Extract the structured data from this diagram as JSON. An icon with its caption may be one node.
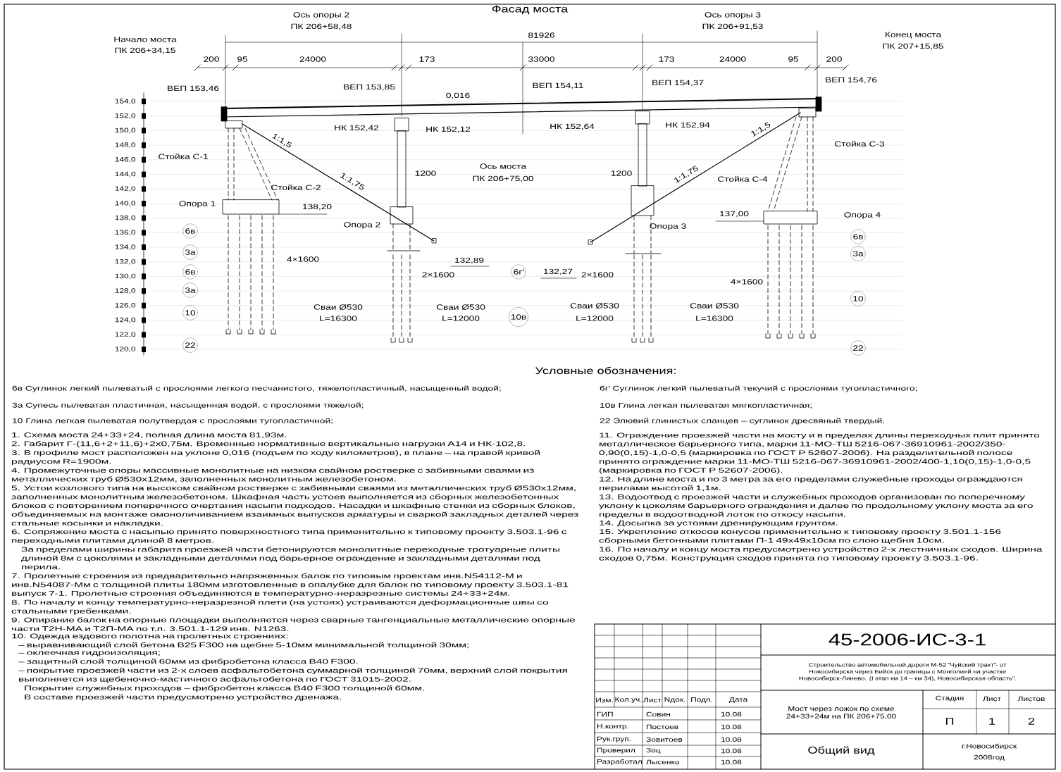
{
  "diagram": {
    "title": "Фасад моста",
    "labels": [
      "Ось опоры 2",
      "ПК 206+58,48",
      "Начало моста",
      "ПК 206+34,15",
      "Ось опоры 3",
      "ПК 206+91,53",
      "Конец моста",
      "ПК 207+15,85",
      "200",
      "95",
      "24000",
      "173",
      "81926",
      "33000",
      "173",
      "24000",
      "95",
      "200",
      "ВЕП 153,46",
      "ВЕП 153,85",
      "ВЕП 154,11",
      "ВЕП 154,37",
      "ВЕП 154,76",
      "0,016",
      "НК 152,42",
      "НК 152,12",
      "НК 152,64",
      "НК 152,94",
      "1:1,5",
      "1:1,75",
      "1:1,5",
      "1:1,75",
      "Стойка С-1",
      "Стойка С-2",
      "Ось моста",
      "ПК 206+75,00",
      "1200",
      "1200",
      "Стойка С-3",
      "Стойка С-4",
      "Опора 1",
      "138,20",
      "Опора 2",
      "Опора 3",
      "137,00",
      "Опора 4",
      "6в",
      "3а",
      "4×1600",
      "132,89",
      "6в",
      "2×1600",
      "6г'",
      "132,27",
      "2×1600",
      "4×1600",
      "3а",
      "6в",
      "3а",
      "Сваи Ø530",
      "L=16300",
      "Сваи Ø530",
      "L=12000",
      "10в",
      "Сваи Ø530",
      "L=12000",
      "Сваи Ø530",
      "L=16300",
      "10",
      "10",
      "22",
      "22",
      "154,0",
      "152,0",
      "150,0",
      "148,0",
      "146,0",
      "144,0",
      "142,0",
      "140,0",
      "138,0",
      "136,0",
      "134,0",
      "132,0",
      "130,0",
      "128,0",
      "126,0",
      "124,0",
      "122,0",
      "120,0",
      "Условные обозначения:",
      "1. Схема моста 24+33+24, полная длина моста 81,93м.",
      "2. Габарит Г-(11,6+2+11,6)+2х0,75м. Временные нормативные вертикальные нагрузки А14 и НК-102,8.",
      "3. В профиле мост расположен на уклоне 0,016 (подъем по ходу километров), в плане – на правой кривой радиусом R=1900м.",
      "4. Промежуточные опоры массивные монолитные на низком свайном ростверке с забивными сваями из металлических труб Ø530х12мм, заполненных монолитным железобетоном.",
      "5. Устои козлового типа на высоком свайном ростверке с забивными сваями из металлических труб Ø530х12мм, заполненных монолитным железобетоном. Шкафная часть устоев выполняется из сборных железобетонных блоков с повторением поперечного очертания насыпи подходов. Насадки и шкафные стенки из сборных блоков, объединяемых на монтаже омоноличиванием взаимных выпусков арматуры и сваркой закладных деталей через стальные косынки и накладки.",
      "6. Сопряжение моста с насыпью принято поверхностного типа применительно к типовому проекту 3.503.1-96 с переходными плитами длиной 8 метров.",
      "За пределами ширины габарита проезжей части бетонируются монолитные переходные тротуарные плиты длиной 8м с цоколями и закладными деталями под барьерное ограждение и закладными деталями под перила.",
      "7. Пролетные строения из предварительно напряженных балок по типовым проектам инв.N54112-М и инв.N54087-Мм с толщиной плиты 180мм изготовленные в опалубке для балок по типовому проекту 3.503.1-81 выпуск 7-1. Пролетные строения объединяются в температурно-неразрезные системы 24+33+24м.",
      "8. По началу и концу температурно-неразрезной плети (на устоях) устраиваются деформационные швы со стальными гребенками.",
      "9. Опирание балок на опорные площадки выполняется через сварные тангенциальные металлические опорные части Т2Н-МА и Т2П-МА по т.п. 3.501.1-129 инв. N1263.",
      "10. Одежда ездового полотна на пролетных строениях:",
      "– выравнивающий слой бетона B25 F300 на щебне 5-10мм минимальной толщиной 30мм;",
      "– оклеечная гидроизоляция;",
      "– защитный слой толщиной 60мм из фибробетона класса B40 F300.",
      "– покрытие проезжей части из 2-х слоев асфальтобетона суммарной толщиной 70мм, верхний слой покрытия выполняется из щебеночно-мастичного асфальтобетона по ГОСТ 31015-2002.",
      "Покрытие служебных проходов – фибробетон класса B40 F300 толщиной 60мм.",
      "В составе проезжей части предусмотрено устройство дренажа.",
      "11. Ограждение проезжей части на мосту и в пределах длины переходных плит принято металлическое барьерного типа, марки 11-МО-ТШ 5216-067-36910961-2002/350-0,90(0,15)-1,0-0,5 (маркировка по ГОСТ Р 52607-2006). На разделительной полосе принято ограждение марки 11-МО-ТШ 5216-067-36910961-2002/400-1,10(0,15)-1,0-0,5 (маркировка по ГОСТ Р 52607-2006).",
      "12. На длине моста и по 3 метра за его пределами служебные проходы ограждаются перилами высотой 1,1м.",
      "13. Водоотвод с проезжей части и служебных проходов организован по поперечному уклону к цоколям барьерного ограждения и далее по продольному уклону моста за его пределы в водоотводной лоток по откосу насыпи.",
      "14. Досыпка за устоями дренирующим грунтом.",
      "15. Укрепление откосов конусов применительно к типовому проекту 3.501.1-156 сборными бетонными плитами П-1 49х49х10см по слою щебня 10см.",
      "16. По началу и концу моста предусмотрено устройство 2-х лестничных сходов. Ширина сходов 0,75м. Конструкция сходов принята по типовому проекту 3.503.1-96.",
      "45-2006-ИС-3-1",
      "Строительство автомобильной дороги М-52 \"Чуйский тракт\"- от Новосибирска через Бийск до границы с Монголией на участке Новосибирск-Линево. (I этап км 14 – км 34), Новосибирская область\".",
      "Мост через ложок по схеме 24+33+24м на ПК 206+75,00",
      "Стадия",
      "Лист",
      "Листов",
      "П",
      "1",
      "2",
      "Общий вид",
      "г.Новосибирск",
      "2008год",
      "Изм.",
      "Кол.уч.",
      "Лист",
      "Nдок.",
      "Подп.",
      "Дата",
      "ГИП",
      "Совин",
      "10.08",
      "Н.контр.",
      "Постоев",
      "10.08",
      "Рук.груп.",
      "Зовитоев",
      "10.08",
      "Проверил",
      "Зоц",
      "10.08",
      "Разработал",
      "Лысенко",
      "10.08"
    ],
    "legend": [
      {
        "text": "6в Суглинок легкий пылеватый с прослоями легкого песчанистого, тяжелопластичный, насыщенный водой;"
      },
      {
        "text": "3а Супесь пылеватая пластичная, насыщенная водой, с прослоями тяжелой;"
      },
      {
        "text": "10 Глина легкая пылеватая полутвердая с прослоями тугопластичной;"
      },
      {
        "text": "6г' Суглинок легкий пылеватый текучий с прослоями тугопластичного;"
      },
      {
        "text": "10в Глина легкая пылеватая мягкопластичная;"
      },
      {
        "text": "22 Элювий глинистых сланцев – суглинок дресвяный твердый."
      }
    ]
  }
}
